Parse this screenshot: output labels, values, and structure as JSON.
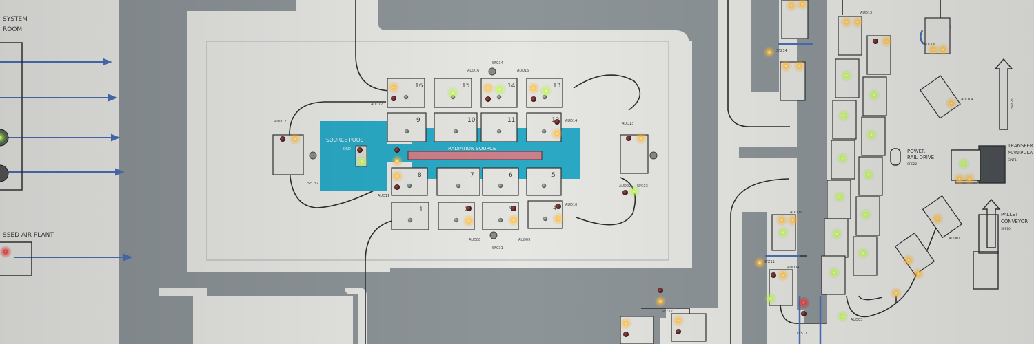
{
  "panel": {
    "system_line1": "SYSTEM",
    "system_line2": "ROOM",
    "air_plant": "SSED AIR PLANT",
    "source_pool": "SOURCE POOL",
    "source_pool_sub": "DSD",
    "radiation_source": "RADIATION SOURCE",
    "power_rail_line1": "POWER",
    "power_rail_line2": "RAIL DRIVE",
    "power_rail_code": "SFC22",
    "transfer_line1": "TRANSFER",
    "transfer_line2": "MANIPULA",
    "transfer_code": "SINF1",
    "pallet_line1": "PALLET",
    "pallet_line2": "CONVEYOR",
    "pallet_code": "SPF10",
    "arrow_code": "SPF21"
  },
  "positions": [
    "16",
    "15",
    "14",
    "13",
    "9",
    "10",
    "11",
    "12",
    "8",
    "7",
    "6",
    "5",
    "1",
    "2",
    "3",
    "4"
  ],
  "codes": {
    "aud17": "AUD17",
    "aud16": "AUD16",
    "aud15": "AUD15",
    "sfc34": "SFC34",
    "aud14": "AUD14",
    "aud13": "AUD13",
    "aud12": "AUD12",
    "aud11": "AUD11",
    "aud10": "AUD10",
    "aud08": "AUD08",
    "aud09": "AUD09",
    "sfc31": "SFC31",
    "sfc32": "SFC32",
    "sfc33": "SFC33",
    "aud02": "AUD02",
    "sfz12": "SFZ12",
    "sfz14": "SFZ14",
    "sfz11": "SFZ11",
    "aud05": "AUD05",
    "aud04": "AUD04",
    "aud03": "AUD03",
    "aud01": "AUD01",
    "aud15b": "AUD15",
    "aud14b": "AUD14",
    "lfs11": "LFS11",
    "aud06": "AUD06"
  },
  "colors": {
    "panel": "#e6e7e3",
    "corridor": "#8c9397",
    "pool": "#2aa9c5",
    "amber": "#ffc24a",
    "green": "#d8ff70",
    "red": "#e23030",
    "blue_line": "#4a6fb5"
  }
}
